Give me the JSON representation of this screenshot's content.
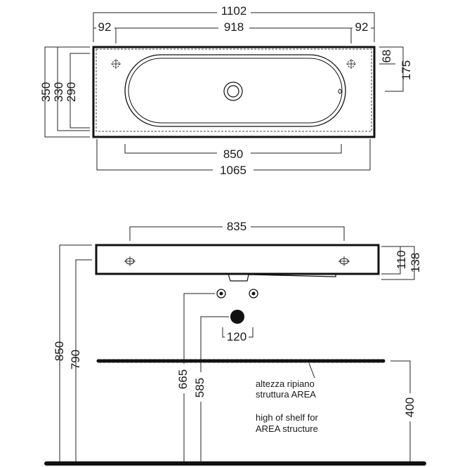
{
  "top_view": {
    "overall_width": "1102",
    "left_offset": "92",
    "center_span": "918",
    "right_offset": "92",
    "depth_outer": "350",
    "depth_mid": "330",
    "depth_inner": "290",
    "drain_offset": "68",
    "bowl_depth": "175",
    "bowl_length": "850",
    "inner_length": "1065"
  },
  "front_view": {
    "fixing_span": "835",
    "front_height": "110",
    "total_height": "138",
    "pipe_spacing": "120",
    "install_height": "850",
    "install_height_inner": "790",
    "supply_height": "665",
    "drain_height": "585",
    "shelf_height": "400"
  },
  "shelf_note": {
    "it_line1": "altezza ripiano",
    "it_line2": "struttura AREA",
    "en_line1": "high of shelf for",
    "en_line2": "AREA structure"
  }
}
